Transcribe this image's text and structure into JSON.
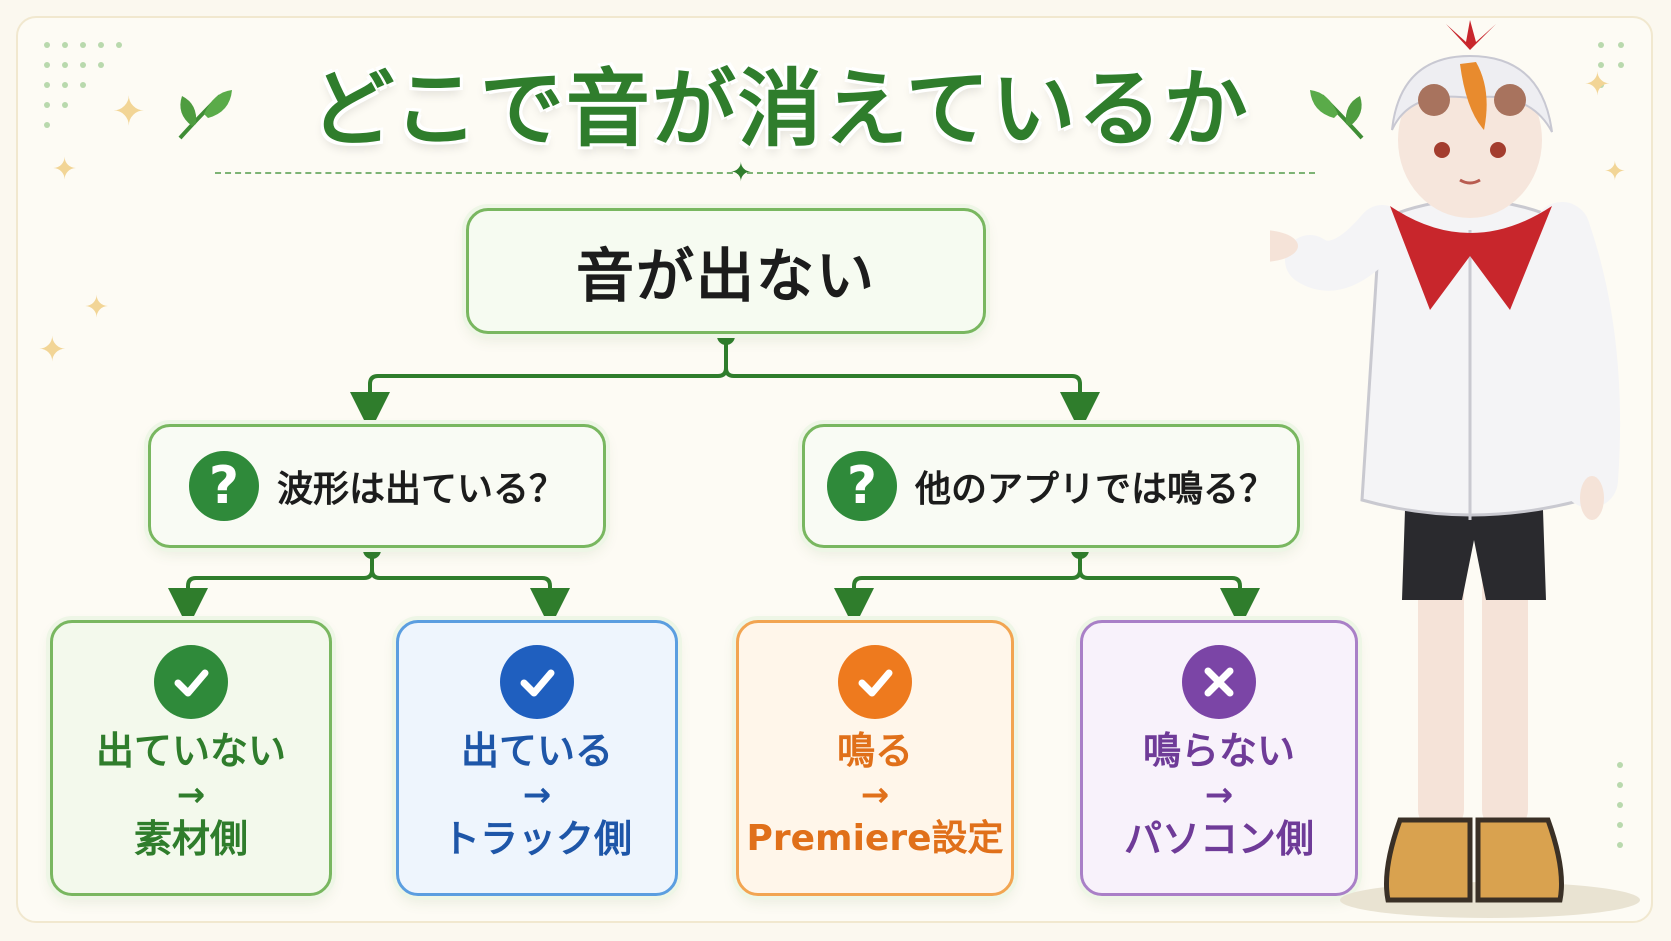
{
  "title": "どこで音が消えているか",
  "root": {
    "label": "音が出ない"
  },
  "questions": [
    {
      "icon": "question-icon",
      "label": "波形は出ている？"
    },
    {
      "icon": "question-icon",
      "label": "他のアプリでは鳴る？"
    }
  ],
  "outcomes": [
    {
      "icon": "check-icon",
      "line1": "出ていない",
      "arrow": "→",
      "line2": "素材側",
      "color": "#2f7d2c",
      "accent": "#2f8a3a",
      "bg": "#f3f9ec",
      "border": "#79b760"
    },
    {
      "icon": "check-icon",
      "line1": "出ている",
      "arrow": "→",
      "line2": "トラック側",
      "color": "#1e56a8",
      "accent": "#1f5fbf",
      "bg": "#eef5fd",
      "border": "#5b9ee0"
    },
    {
      "icon": "check-icon",
      "line1": "鳴る",
      "arrow": "→",
      "line2": "Premiere設定",
      "color": "#e0701a",
      "accent": "#ee7a1e",
      "bg": "#fff6ea",
      "border": "#f2a552"
    },
    {
      "icon": "cross-icon",
      "line1": "鳴らない",
      "arrow": "→",
      "line2": "パソコン側",
      "color": "#6f3b98",
      "accent": "#7b45a6",
      "bg": "#f8f2fb",
      "border": "#a980c7"
    }
  ],
  "colors": {
    "title": "#2f7d2c",
    "connector": "#2f7d2c"
  }
}
